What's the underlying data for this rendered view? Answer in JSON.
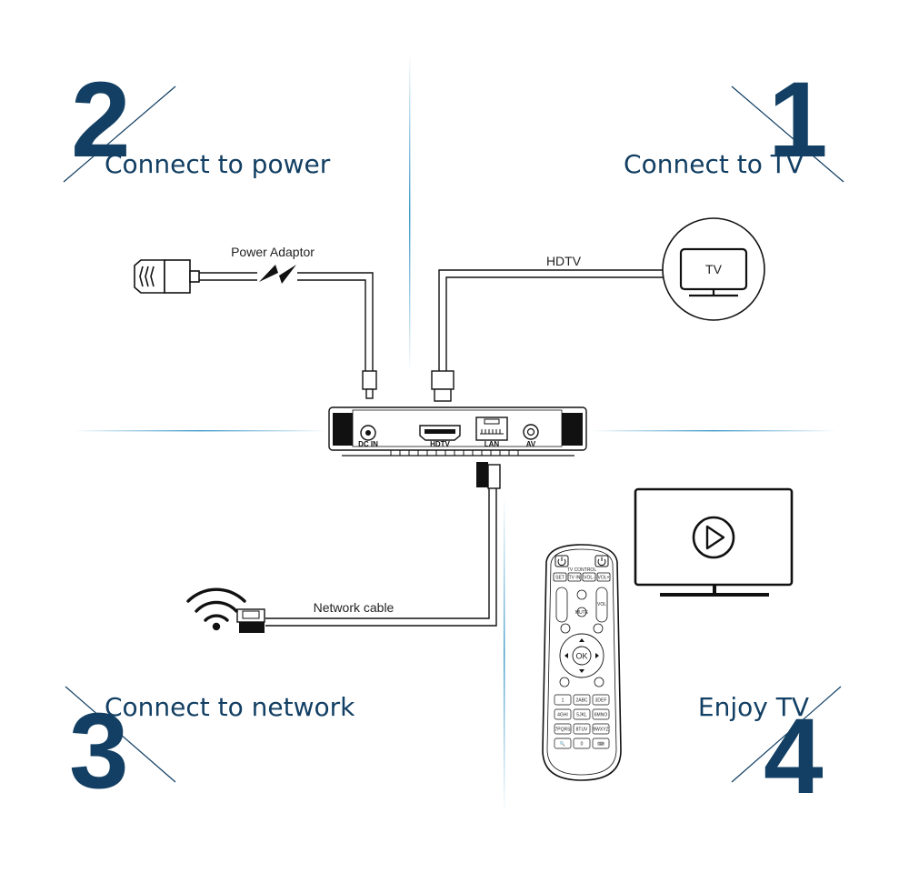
{
  "steps": [
    {
      "number": "1",
      "title": "Connect to TV"
    },
    {
      "number": "2",
      "title": "Connect to power"
    },
    {
      "number": "3",
      "title": "Connect to network"
    },
    {
      "number": "4",
      "title": "Enjoy TV"
    }
  ],
  "labels": {
    "power_adaptor": "Power Adaptor",
    "hdtv_cable": "HDTV",
    "network_cable": "Network cable",
    "tv_icon": "TV"
  },
  "ports": {
    "dc_in": "DC IN",
    "hdtv": "HDTV",
    "lan": "LAN",
    "av": "AV"
  },
  "remote": {
    "title": "TV CONTROL",
    "top_keys": [
      "SET",
      "TV IN",
      "VOL-",
      "VOL+"
    ],
    "vol_label": "VOL",
    "mute_label": "MUTE",
    "ok_label": "OK",
    "numpad": [
      "1",
      "2ABC",
      "3DEF",
      "4GHI",
      "5JKL",
      "6MNO",
      "7PQRS",
      "8TUV",
      "9WXYZ",
      "🔍",
      "0",
      "⌨"
    ]
  },
  "colors": {
    "brand": "#123f63",
    "divider": "#2a8fc4",
    "ink": "#111111"
  },
  "icons": [
    "plug-icon",
    "lightning-icon",
    "tv-icon",
    "wifi-icon",
    "play-icon",
    "power-icon"
  ]
}
